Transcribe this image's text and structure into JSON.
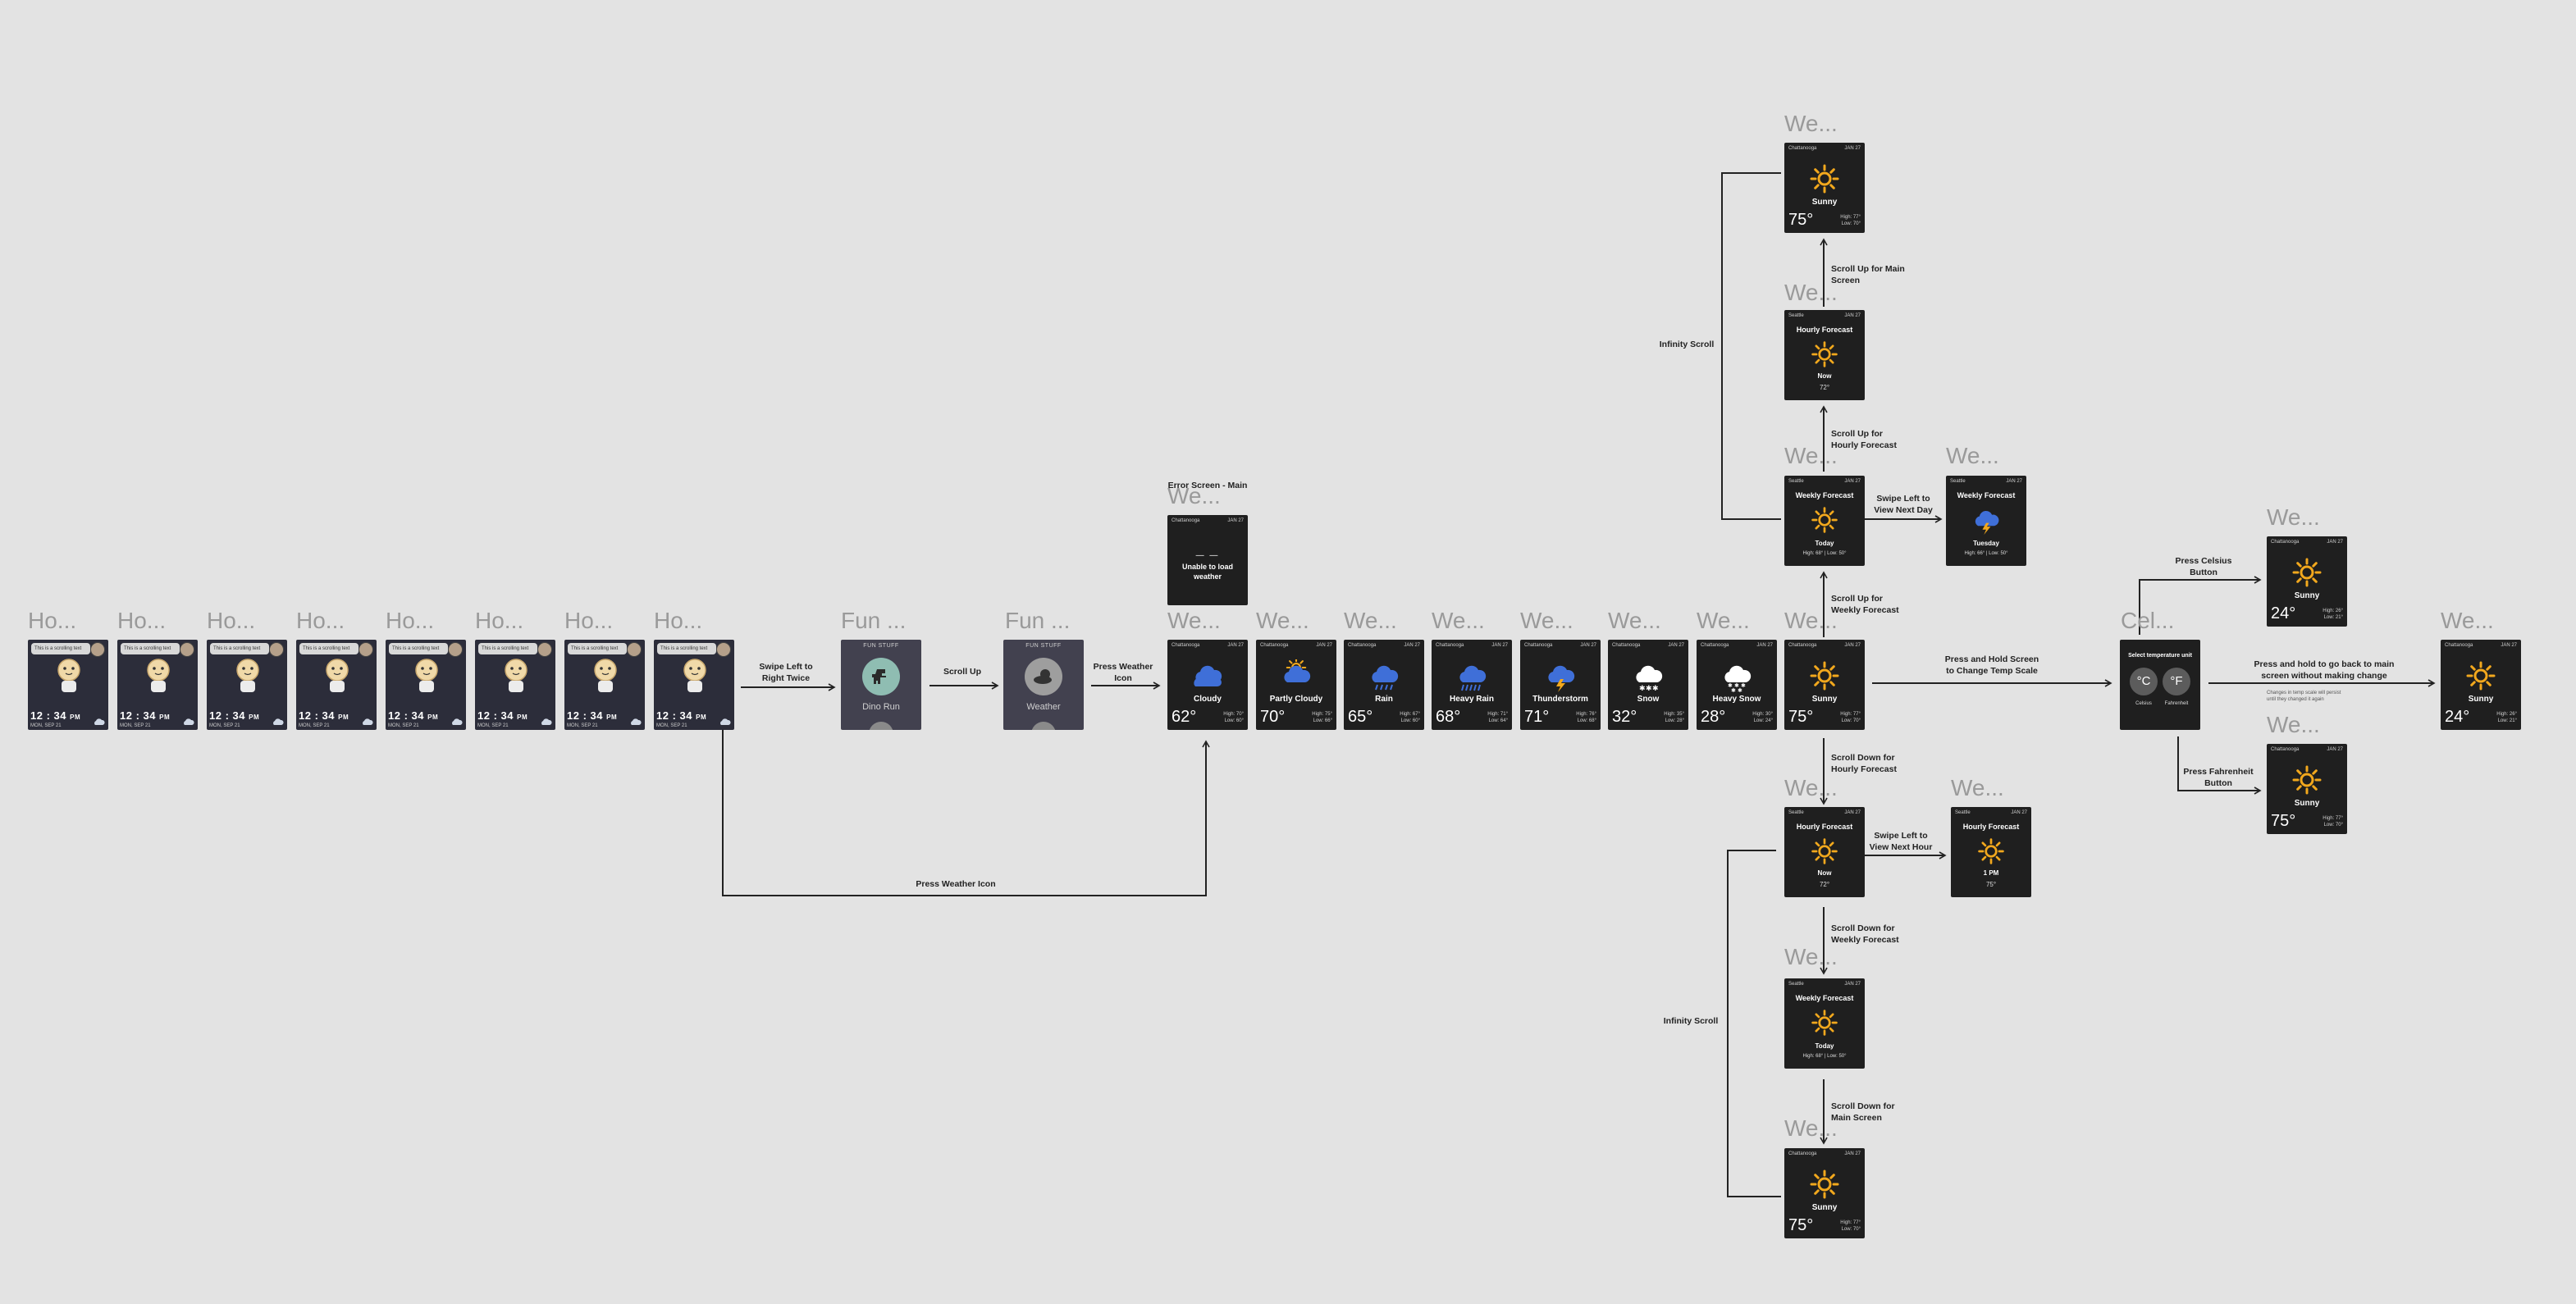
{
  "frame_labels": {
    "home": [
      "Ho...",
      "Ho...",
      "Ho...",
      "Ho...",
      "Ho...",
      "Ho...",
      "Ho...",
      "Ho..."
    ],
    "fun": [
      "Fun ...",
      "Fun ..."
    ],
    "weather_main_row": [
      "We...",
      "We...",
      "We...",
      "We...",
      "We...",
      "We...",
      "We...",
      "We..."
    ],
    "error": "We...",
    "upper_column": [
      "We...",
      "We...",
      "We..."
    ],
    "next_day": "We...",
    "lower_column": [
      "We...",
      "We...",
      "We..."
    ],
    "next_hour": "We...",
    "celsius_select": "Cel...",
    "celsius_result": "We...",
    "fahrenheit_result": "We...",
    "final": "We..."
  },
  "flow_labels": {
    "swipe_left_twice": "Swipe Left to\nRight Twice",
    "scroll_up": "Scroll Up",
    "press_weather_icon_short": "Press Weather\nIcon",
    "press_weather_icon_long": "Press Weather Icon",
    "error_screen_main": "Error Screen - Main",
    "scroll_up_main": "Scroll Up for Main\nScreen",
    "scroll_up_hourly": "Scroll Up for\nHourly Forecast",
    "scroll_up_weekly": "Scroll Up for\nWeekly Forecast",
    "swipe_next_day": "Swipe Left to\nView Next Day",
    "infinity_scroll_top": "Infinity Scroll",
    "infinity_scroll_bottom": "Infinity Scroll",
    "scroll_down_hourly": "Scroll Down for\nHourly Forecast",
    "swipe_next_hour": "Swipe Left to\nView Next Hour",
    "scroll_down_weekly": "Scroll Down for\nWeekly Forecast",
    "scroll_down_main": "Scroll Down for\nMain Screen",
    "press_hold_temp": "Press and Hold Screen\nto Change Temp Scale",
    "press_celsius": "Press Celsius\nButton",
    "press_fahrenheit": "Press Fahrenheit\nButton",
    "press_hold_back": "Press and hold to go back to main\nscreen without making change",
    "temp_note": "Changes in temp scale will persist\nuntil they changed it again"
  },
  "home_screen": {
    "banner": "This is a scrolling text",
    "time": "12 : 34",
    "ampm": "PM",
    "date": "MON, SEP 21"
  },
  "fun_screens": [
    {
      "header": "FUN STUFF",
      "label": "Dino Run"
    },
    {
      "header": "FUN STUFF",
      "label": "Weather"
    }
  ],
  "error_screen": {
    "city": "Chattanooga",
    "date": "JAN 27",
    "message": "Unable to load\nweather"
  },
  "conditions": [
    {
      "city": "Chattanooga",
      "date": "JAN 27",
      "condition": "Cloudy",
      "temp": "62°",
      "high": "High: 70°",
      "low": "Low: 60°",
      "icon": "cloud-icon"
    },
    {
      "city": "Chattanooga",
      "date": "JAN 27",
      "condition": "Partly Cloudy",
      "temp": "70°",
      "high": "High: 75°",
      "low": "Low: 66°",
      "icon": "partly-cloudy-icon"
    },
    {
      "city": "Chattanooga",
      "date": "JAN 27",
      "condition": "Rain",
      "temp": "65°",
      "high": "High: 67°",
      "low": "Low: 60°",
      "icon": "rain-icon"
    },
    {
      "city": "Chattanooga",
      "date": "JAN 27",
      "condition": "Heavy Rain",
      "temp": "68°",
      "high": "High: 71°",
      "low": "Low: 64°",
      "icon": "heavy-rain-icon"
    },
    {
      "city": "Chattanooga",
      "date": "JAN 27",
      "condition": "Thunderstorm",
      "temp": "71°",
      "high": "High: 76°",
      "low": "Low: 68°",
      "icon": "thunderstorm-icon"
    },
    {
      "city": "Chattanooga",
      "date": "JAN 27",
      "condition": "Snow",
      "temp": "32°",
      "high": "High: 35°",
      "low": "Low: 28°",
      "icon": "snow-icon"
    },
    {
      "city": "Chattanooga",
      "date": "JAN 27",
      "condition": "Heavy Snow",
      "temp": "28°",
      "high": "High: 30°",
      "low": "Low: 24°",
      "icon": "heavy-snow-icon"
    },
    {
      "city": "Chattanooga",
      "date": "JAN 27",
      "condition": "Sunny",
      "temp": "75°",
      "high": "High: 77°",
      "low": "Low: 70°",
      "icon": "sun-icon"
    }
  ],
  "main_sunny": {
    "city": "Chattanooga",
    "date": "JAN 27",
    "condition": "Sunny",
    "temp": "75°",
    "high": "High: 77°",
    "low": "Low: 70°"
  },
  "hourly": {
    "city": "Seattle",
    "date": "JAN 27",
    "title": "Hourly Forecast",
    "slot": "Now",
    "temp": "72°"
  },
  "hourly_next": {
    "city": "Seattle",
    "date": "JAN 27",
    "title": "Hourly Forecast",
    "slot": "1 PM",
    "temp": "75°"
  },
  "weekly": {
    "city": "Seattle",
    "date": "JAN 27",
    "title": "Weekly Forecast",
    "day": "Today",
    "next_day": "Tues",
    "range": "High: 68° | Low: 50°"
  },
  "weekly_next": {
    "city": "Seattle",
    "date": "JAN 27",
    "title": "Weekly Forecast",
    "day": "Tuesday",
    "range": "High: 66° | Low: 50°"
  },
  "temp_select": {
    "title": "Select temperature unit",
    "celsius": "°C",
    "fahrenheit": "°F",
    "celsius_label": "Celsius",
    "fahrenheit_label": "Fahrenheit"
  },
  "celsius_screen": {
    "city": "Chattanooga",
    "date": "JAN 27",
    "condition": "Sunny",
    "temp": "24°",
    "high": "High: 26°",
    "low": "Low: 21°"
  },
  "final_screen": {
    "city": "Chattanooga",
    "date": "JAN 27",
    "condition": "Sunny",
    "temp": "24°",
    "high": "High: 26°",
    "low": "Low: 21°"
  },
  "colors": {
    "canvas": "#e3e3e3",
    "screen": "#1f1f1f",
    "sun": "#f2a81d",
    "cloud": "#3f6fd8",
    "arrow": "#222222"
  }
}
